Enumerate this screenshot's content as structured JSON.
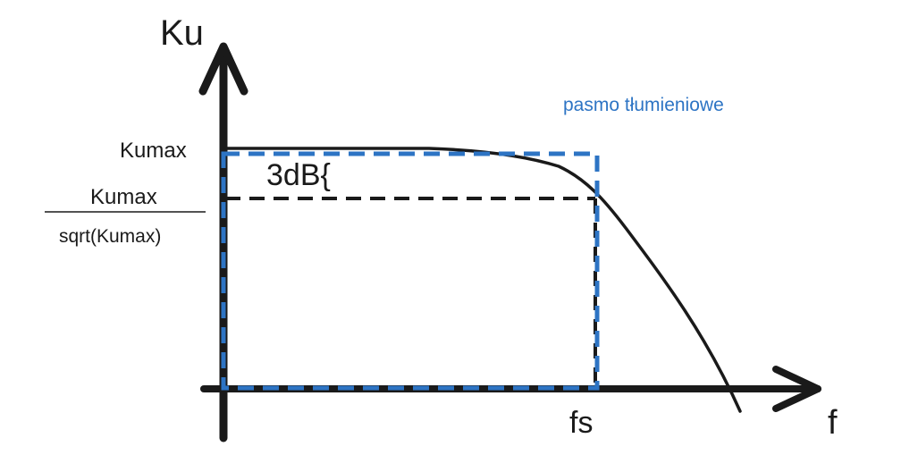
{
  "diagram": {
    "y_axis_label": "Ku",
    "x_axis_label": "f",
    "kumax_label": "Kumax",
    "fraction_numerator": "Kumax",
    "fraction_denominator": "sqrt(Kumax)",
    "three_db_label": "3dB{",
    "fs_label": "fs",
    "band_label": "pasmo tłumieniowe"
  },
  "colors": {
    "axis": "#1a1a1a",
    "curve": "#1a1a1a",
    "black_dash": "#1a1a1a",
    "blue_dash": "#2d74c4",
    "band_text": "#2d74c4"
  }
}
